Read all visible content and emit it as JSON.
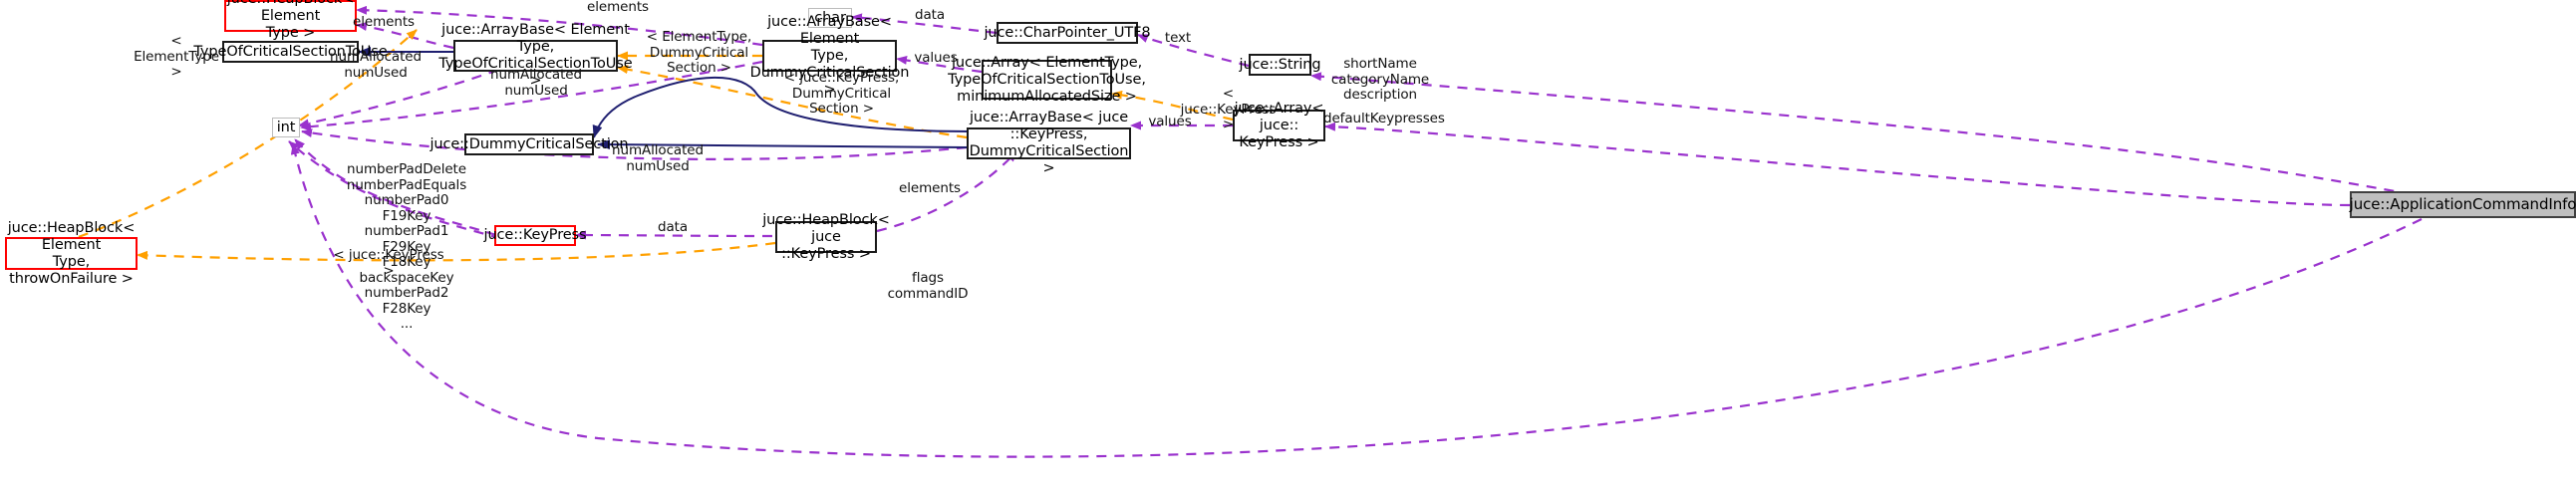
{
  "diagram": {
    "kind": "doxygen-collaboration-diagram",
    "title": "juce::ApplicationCommandInfo",
    "colors": {
      "usage_edge": "#9a32cd",
      "template_edge": "#ffa000",
      "inheritance_edge": "#1f1f70",
      "highlight_border": "#ff0000",
      "current_node_fill": "#bfbfbf",
      "node_border": "#000000",
      "builtin_border": "#bcbcbc"
    }
  },
  "nodes": [
    {
      "id": "heapblock-elementtype",
      "label": "juce::HeapBlock< Element\nType >"
    },
    {
      "id": "typeofcriticalsection",
      "label": "TypeOfCriticalSectionToUse"
    },
    {
      "id": "int",
      "label": "int"
    },
    {
      "id": "arraybase-tocstu",
      "label": "juce::ArrayBase< Element\nType, TypeOfCriticalSectionToUse >"
    },
    {
      "id": "dummycriticalsection",
      "label": "juce::DummyCriticalSection"
    },
    {
      "id": "char",
      "label": "char"
    },
    {
      "id": "arraybase-dcs",
      "label": "juce::ArrayBase< Element\nType, DummyCriticalSection >"
    },
    {
      "id": "charpointer-utf8",
      "label": "juce::CharPointer_UTF8"
    },
    {
      "id": "array-elementtype",
      "label": "juce::Array< ElementType,\nTypeOfCriticalSectionToUse,\nminimumAllocatedSize >"
    },
    {
      "id": "string",
      "label": "juce::String"
    },
    {
      "id": "arraybase-keypress",
      "label": "juce::ArrayBase< juce\n::KeyPress, DummyCriticalSection >"
    },
    {
      "id": "array-keypress",
      "label": "juce::Array< juce::\nKeyPress >"
    },
    {
      "id": "appcommandinfo",
      "label": "juce::ApplicationCommandInfo"
    },
    {
      "id": "heapblock-throwonfail",
      "label": "juce::HeapBlock< Element\nType, throwOnFailure >"
    },
    {
      "id": "keypress",
      "label": "juce::KeyPress"
    },
    {
      "id": "heapblock-keypress",
      "label": "juce::HeapBlock< juce\n::KeyPress >"
    }
  ],
  "edge_labels": [
    {
      "id": "lbl-elements-top",
      "text": "elements"
    },
    {
      "id": "lbl-elements-mid",
      "text": "elements"
    },
    {
      "id": "lbl-elementtype",
      "text": "< ElementType >"
    },
    {
      "id": "lbl-numallocated-1",
      "text": "numAllocated\nnumUsed"
    },
    {
      "id": "lbl-numallocated-2",
      "text": "numAllocated\nnumUsed"
    },
    {
      "id": "lbl-numallocated-3",
      "text": "numAllocated\nnumUsed"
    },
    {
      "id": "lbl-elementtype-dcs",
      "text": "< ElementType, DummyCritical\nSection >"
    },
    {
      "id": "lbl-keypress-dcs",
      "text": "< juce::KeyPress, DummyCritical\nSection >"
    },
    {
      "id": "lbl-data-char",
      "text": "data"
    },
    {
      "id": "lbl-values-1",
      "text": "values"
    },
    {
      "id": "lbl-values-2",
      "text": "values"
    },
    {
      "id": "lbl-text",
      "text": "text"
    },
    {
      "id": "lbl-shortname",
      "text": "shortName\ncategoryName\ndescription"
    },
    {
      "id": "lbl-keypress-tmpl-1",
      "text": "< juce::KeyPress >"
    },
    {
      "id": "lbl-keypress-tmpl-2",
      "text": "< juce::KeyPress >"
    },
    {
      "id": "lbl-defaultkeypresses",
      "text": "defaultKeypresses"
    },
    {
      "id": "lbl-keynames",
      "text": "numberPadDelete\nnumberPadEquals\nnumberPad0\nF19Key\nnumberPad1\nF29Key\nF18Key\nbackspaceKey\nnumberPad2\nF28Key\n..."
    },
    {
      "id": "lbl-elements-bottom",
      "text": "elements"
    },
    {
      "id": "lbl-data-keypress",
      "text": "data"
    },
    {
      "id": "lbl-flags",
      "text": "flags\ncommandID"
    }
  ]
}
